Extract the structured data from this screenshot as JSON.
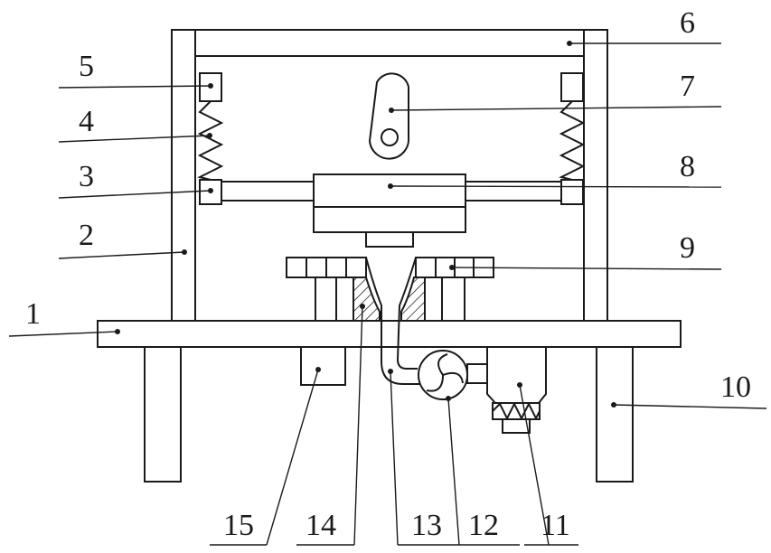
{
  "figure": {
    "callouts": [
      {
        "id": "c1",
        "text": "1"
      },
      {
        "id": "c2",
        "text": "2"
      },
      {
        "id": "c3",
        "text": "3"
      },
      {
        "id": "c4",
        "text": "4"
      },
      {
        "id": "c5",
        "text": "5"
      },
      {
        "id": "c6",
        "text": "6"
      },
      {
        "id": "c7",
        "text": "7"
      },
      {
        "id": "c8",
        "text": "8"
      },
      {
        "id": "c9",
        "text": "9"
      },
      {
        "id": "c10",
        "text": "10"
      },
      {
        "id": "c11",
        "text": "11"
      },
      {
        "id": "c12",
        "text": "12"
      },
      {
        "id": "c13",
        "text": "13"
      },
      {
        "id": "c14",
        "text": "14"
      },
      {
        "id": "c15",
        "text": "15"
      }
    ]
  }
}
